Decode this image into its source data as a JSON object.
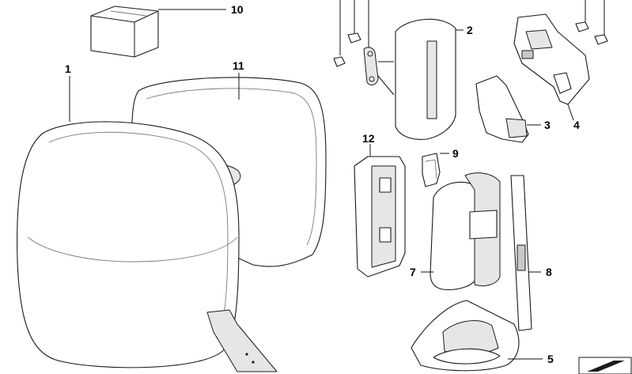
{
  "callouts": [
    {
      "id": "p1",
      "label": "1"
    },
    {
      "id": "p2",
      "label": "2"
    },
    {
      "id": "p3",
      "label": "3"
    },
    {
      "id": "p4",
      "label": "4"
    },
    {
      "id": "p5",
      "label": "5"
    },
    {
      "id": "p7",
      "label": "7"
    },
    {
      "id": "p8",
      "label": "8"
    },
    {
      "id": "p9",
      "label": "9"
    },
    {
      "id": "p10",
      "label": "10"
    },
    {
      "id": "p11",
      "label": "11"
    },
    {
      "id": "p12",
      "label": "12"
    }
  ],
  "colors": {
    "line": "#1a1a1a",
    "shade": "#e6e6e6",
    "background": "#ffffff"
  }
}
